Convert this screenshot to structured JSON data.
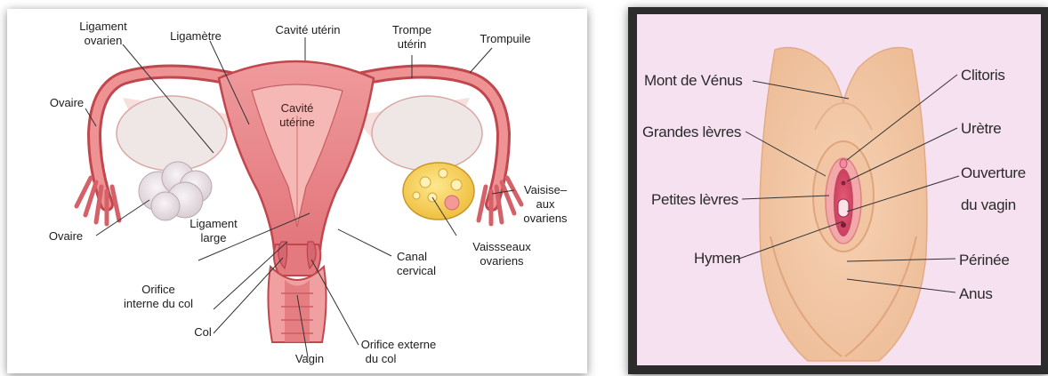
{
  "uterus_diagram": {
    "labels": {
      "ligament_ovarien": [
        "Ligament",
        "ovarien"
      ],
      "ligametre": "Ligamètre",
      "cavite_uterin": "Cavité utérin",
      "trompe_uterin": [
        "Trompe",
        "utérin"
      ],
      "trompuile": "Trompuile",
      "ovaire_top": "Ovaire",
      "cavite_uterine": [
        "Cavité",
        "utérine"
      ],
      "ovaire_bottom": "Ovaire",
      "ligament_large": [
        "Ligament",
        "large"
      ],
      "vaisiseaux": [
        "Vaisise–",
        "aux",
        "ovariens"
      ],
      "vaissseaux": [
        "Vaissseaux",
        "ovariens"
      ],
      "canal_cervical": [
        "Canal",
        "cervical"
      ],
      "orifice_interne": [
        "Orifice",
        "interne du col"
      ],
      "col": "Col",
      "vagin": "Vagin",
      "orifice_externe": [
        "Orifice externe",
        "du col"
      ]
    },
    "colors": {
      "uterus_muscle": "#e8868a",
      "uterus_light": "#f4b5b3",
      "uterus_outline": "#c0474e",
      "ovary": "#e8e2e6",
      "follicle_ovary": "#f5cf5a"
    }
  },
  "vulva_diagram": {
    "labels": {
      "mont_de_venus": "Mont de Vénus",
      "grandes_levres": "Grandes lèvres",
      "petites_levres": "Petites lèvres",
      "hymen": "Hymen",
      "clitoris": "Clitoris",
      "uretre": "Urètre",
      "ouverture_du_vagin": [
        "Ouverture",
        "du vagin"
      ],
      "perinee": "Périnée",
      "anus": "Anus"
    },
    "colors": {
      "background": "#f6e1f1",
      "skin": "#f3c9a5",
      "skin_shadow": "#e8b48e",
      "inner": "#d94b6a"
    }
  }
}
